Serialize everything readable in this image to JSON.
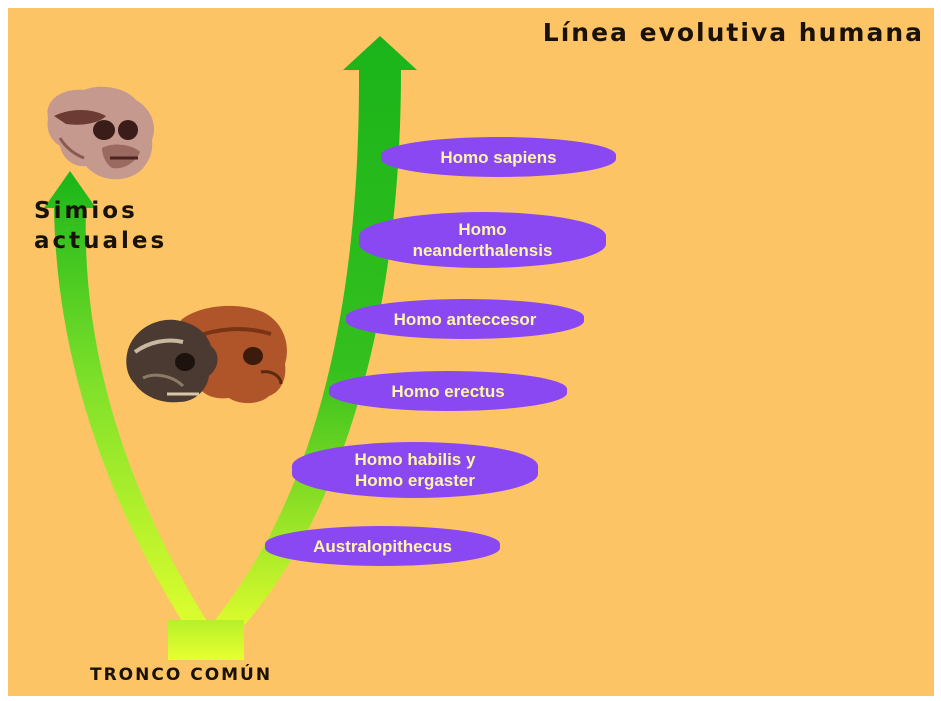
{
  "title": "Línea evolutiva humana",
  "apes_label": "Simios\nactuales",
  "trunk_label": "TRONCO COMÚN",
  "species": [
    {
      "name": "Homo sapiens"
    },
    {
      "name": "Homo\nneanderthalensis"
    },
    {
      "name": "Homo anteccesor"
    },
    {
      "name": "Homo erectus"
    },
    {
      "name": "Homo habilis  y\nHomo ergaster"
    },
    {
      "name": "Australopithecus"
    }
  ],
  "colors": {
    "background": "#fdc466",
    "species_box": "#8a48f3",
    "species_text": "#fff6a8",
    "branch_dark": "#20b81a",
    "branch_light": "#d8ff2a"
  },
  "images": [
    "ape-skull",
    "hominid-skulls"
  ]
}
